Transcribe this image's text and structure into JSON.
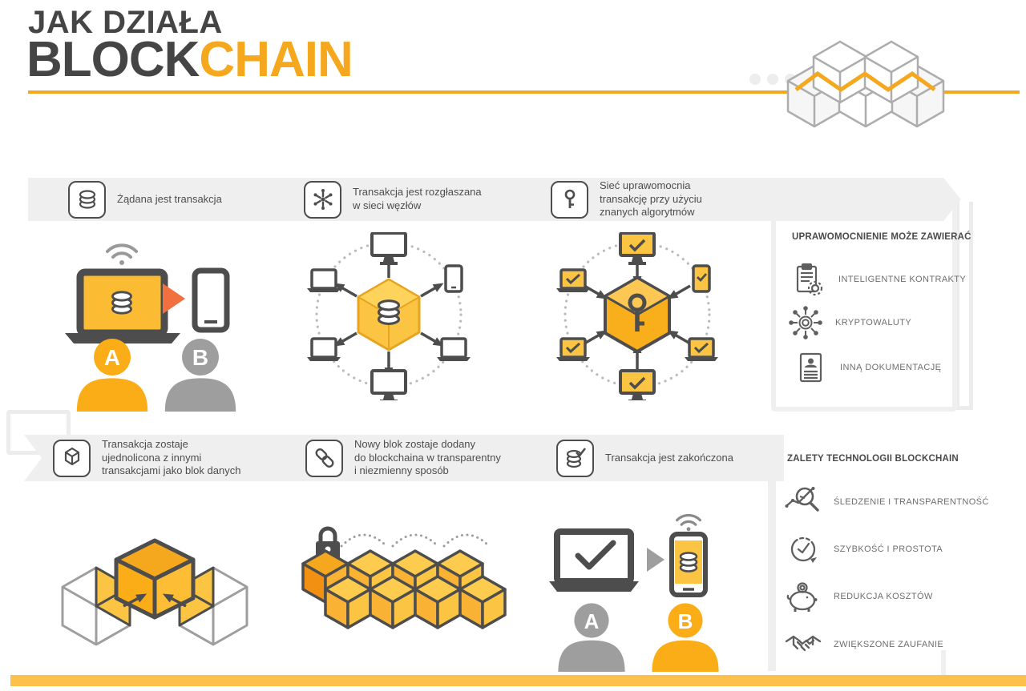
{
  "header": {
    "title_top": "JAK DZIAŁA",
    "title_block": "BLOCK",
    "title_chain": "CHAIN"
  },
  "steps": [
    {
      "icon": "coins-icon",
      "label": "Żądana jest transakcja"
    },
    {
      "icon": "network-icon",
      "label": "Transakcja jest rozgłaszana\nw sieci węzłów"
    },
    {
      "icon": "key-icon",
      "label": "Sieć uprawomocnia\ntransakcję przy użyciu\nznanych algorytmów"
    },
    {
      "icon": "cube-icon",
      "label": "Transakcja zostaje\nujednolicona z innymi\ntransakcjami jako blok danych"
    },
    {
      "icon": "chain-link-icon",
      "label": "Nowy blok zostaje dodany\ndo blockchaina w transparentny\ni niezmienny sposób"
    },
    {
      "icon": "coins-check-icon",
      "label": "Transakcja jest zakończona"
    }
  ],
  "validation_panel": {
    "title": "UPRAWOMOCNIENIE MOŻE ZAWIERAĆ",
    "items": [
      {
        "icon": "smart-contract-icon",
        "label": "INTELIGENTNE KONTRAKTY"
      },
      {
        "icon": "cryptocurrency-icon",
        "label": "KRYPTOWALUTY"
      },
      {
        "icon": "documentation-icon",
        "label": "INNĄ DOKUMENTACJĘ"
      }
    ]
  },
  "benefits_panel": {
    "title": "ZALETY TECHNOLOGII BLOCKCHAIN",
    "items": [
      {
        "icon": "tracking-icon",
        "label": "ŚLEDZENIE I TRANSPARENTNOŚĆ"
      },
      {
        "icon": "speed-icon",
        "label": "SZYBKOŚĆ I PROSTOTA"
      },
      {
        "icon": "cost-reduction-icon",
        "label": "REDUKCJA KOSZTÓW"
      },
      {
        "icon": "trust-icon",
        "label": "ZWIĘKSZONE ZAUFANIE"
      }
    ]
  },
  "persons": {
    "a": "A",
    "b": "B"
  },
  "colors": {
    "accent_yellow": "#F5A81E",
    "cube_yellow": "#FBC443",
    "person_yellow": "#FBAD18",
    "person_gray": "#9E9E9E",
    "arrow_orange": "#F2703F",
    "dark": "#4D4D4D",
    "banner_gray": "#F0EFEF",
    "bottom_bar": "#FBC14B"
  }
}
